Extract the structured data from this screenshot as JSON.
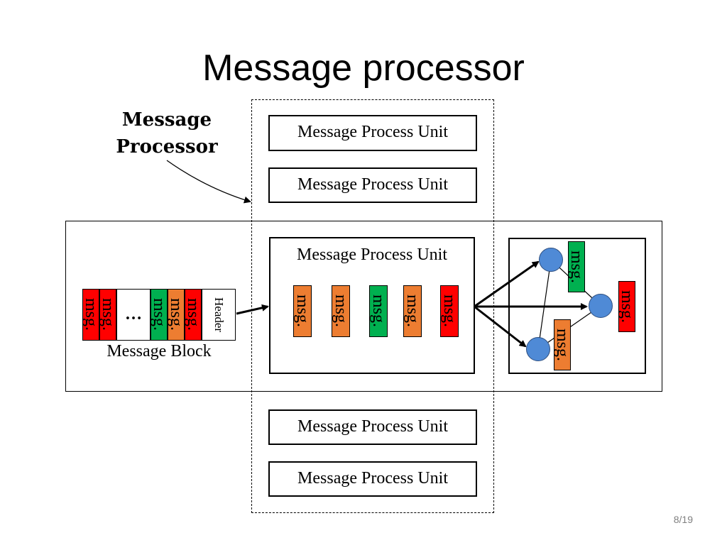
{
  "title": "Message processor",
  "callout": {
    "line1": "Message",
    "line2": "Processor"
  },
  "unit_label": "Message Process Unit",
  "msg_label": "msg.",
  "header_label": "Header",
  "ellipsis": "…",
  "block_label": "Message Block",
  "page_number": "8/19",
  "colors": {
    "red": "#ff0000",
    "orange": "#ed7d31",
    "green": "#00b050",
    "node": "#4f8ad6"
  }
}
